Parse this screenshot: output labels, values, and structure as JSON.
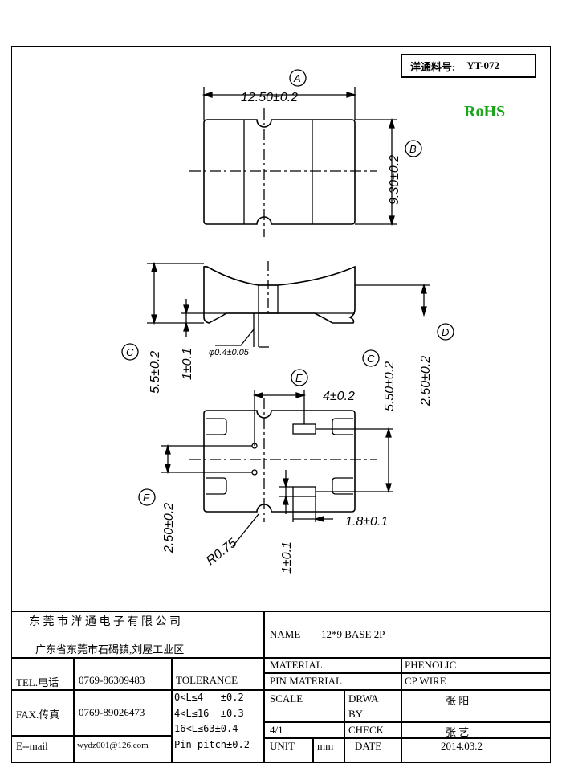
{
  "header": {
    "part_label": "洋通料号:",
    "part_no": "YT-072",
    "rohs": "RoHS"
  },
  "drawing": {
    "top_view": {
      "ref": "A",
      "width_dim": "12.50±0.2",
      "ref_b": "B",
      "height_dim": "9.30±0.2"
    },
    "side_view": {
      "ref_c": "C",
      "overall_h": "5.5±0.2",
      "base_h": "1±0.1",
      "pin_dia": "φ0.4±0.05",
      "ref_d": "D",
      "pin_len": "2.50±0.2"
    },
    "bottom_view": {
      "ref_e": "E",
      "pad_offset": "4±0.2",
      "ref_c2": "C",
      "pad_span": "5.50±0.2",
      "ref_f": "F",
      "pin_pitch": "2.50±0.2",
      "radius": "R0.75",
      "pad_h": "1±0.1",
      "pad_w": "1.8±0.1"
    }
  },
  "title_block": {
    "company": "东 莞 市 洋 通 电 子 有 限 公 司",
    "address": "广东省东莞市石碣镇,刘屋工业区",
    "name_label": "NAME",
    "name_value": "12*9 BASE 2P",
    "tel_label": "TEL.电话",
    "tel_value": "0769-86309483",
    "tolerance_label": "TOLERANCE",
    "material_label": "MATERIAL",
    "material_value": "PHENOLIC",
    "pin_material_label": "PIN MATERIAL",
    "pin_material_value": "CP WIRE",
    "fax_label": "FAX.传真",
    "fax_value": "0769-89026473",
    "tol1": "0<L≤4   ±0.2",
    "tol2": "4<L≤16  ±0.3",
    "tol3": "16<L≤63±0.4",
    "tol4": "Pin pitch±0.2",
    "scale_label": "SCALE",
    "scale_value": "4/1",
    "drawn_label": "DRWA",
    "drawn_label2": "BY",
    "drawn_value": "张 阳",
    "check_label": "CHECK",
    "check_value": "张 艺",
    "email_label": "E--mail",
    "email_value": "wydz001@126.com",
    "unit_label": "UNIT",
    "unit_value": "mm",
    "date_label": "DATE",
    "date_value": "2014.03.2"
  }
}
